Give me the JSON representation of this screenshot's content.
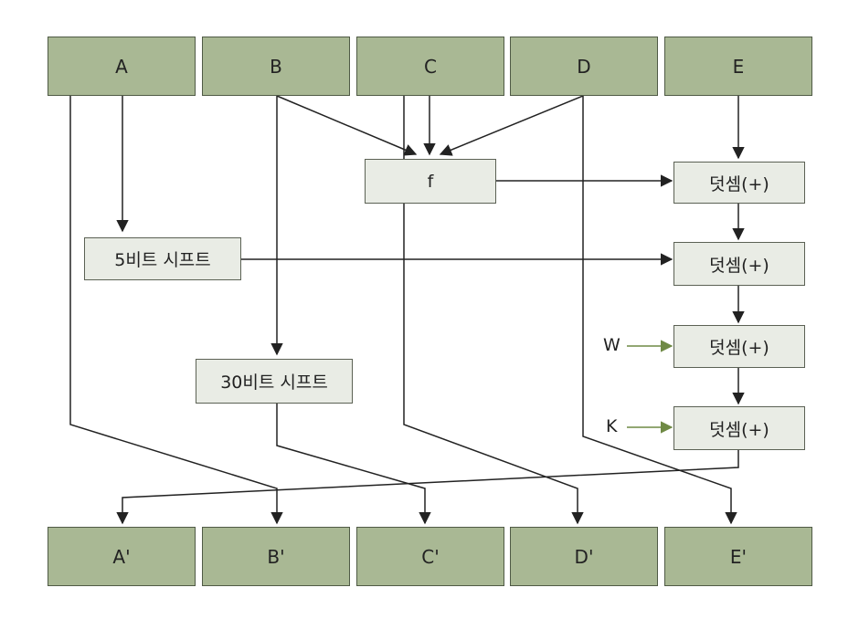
{
  "registers_in": [
    "A",
    "B",
    "C",
    "D",
    "E"
  ],
  "registers_out": [
    "A'",
    "B'",
    "C'",
    "D'",
    "E'"
  ],
  "ops": {
    "f": "f",
    "shift5": "5비트 시프트",
    "shift30": "30비트 시프트",
    "add": "덧셈(+)"
  },
  "inputs": {
    "w": "W",
    "k": "K"
  },
  "colors": {
    "register_fill": "#a9b894",
    "op_fill": "#e9ece5",
    "line": "#222222",
    "green_arrow": "#6f8a45"
  }
}
